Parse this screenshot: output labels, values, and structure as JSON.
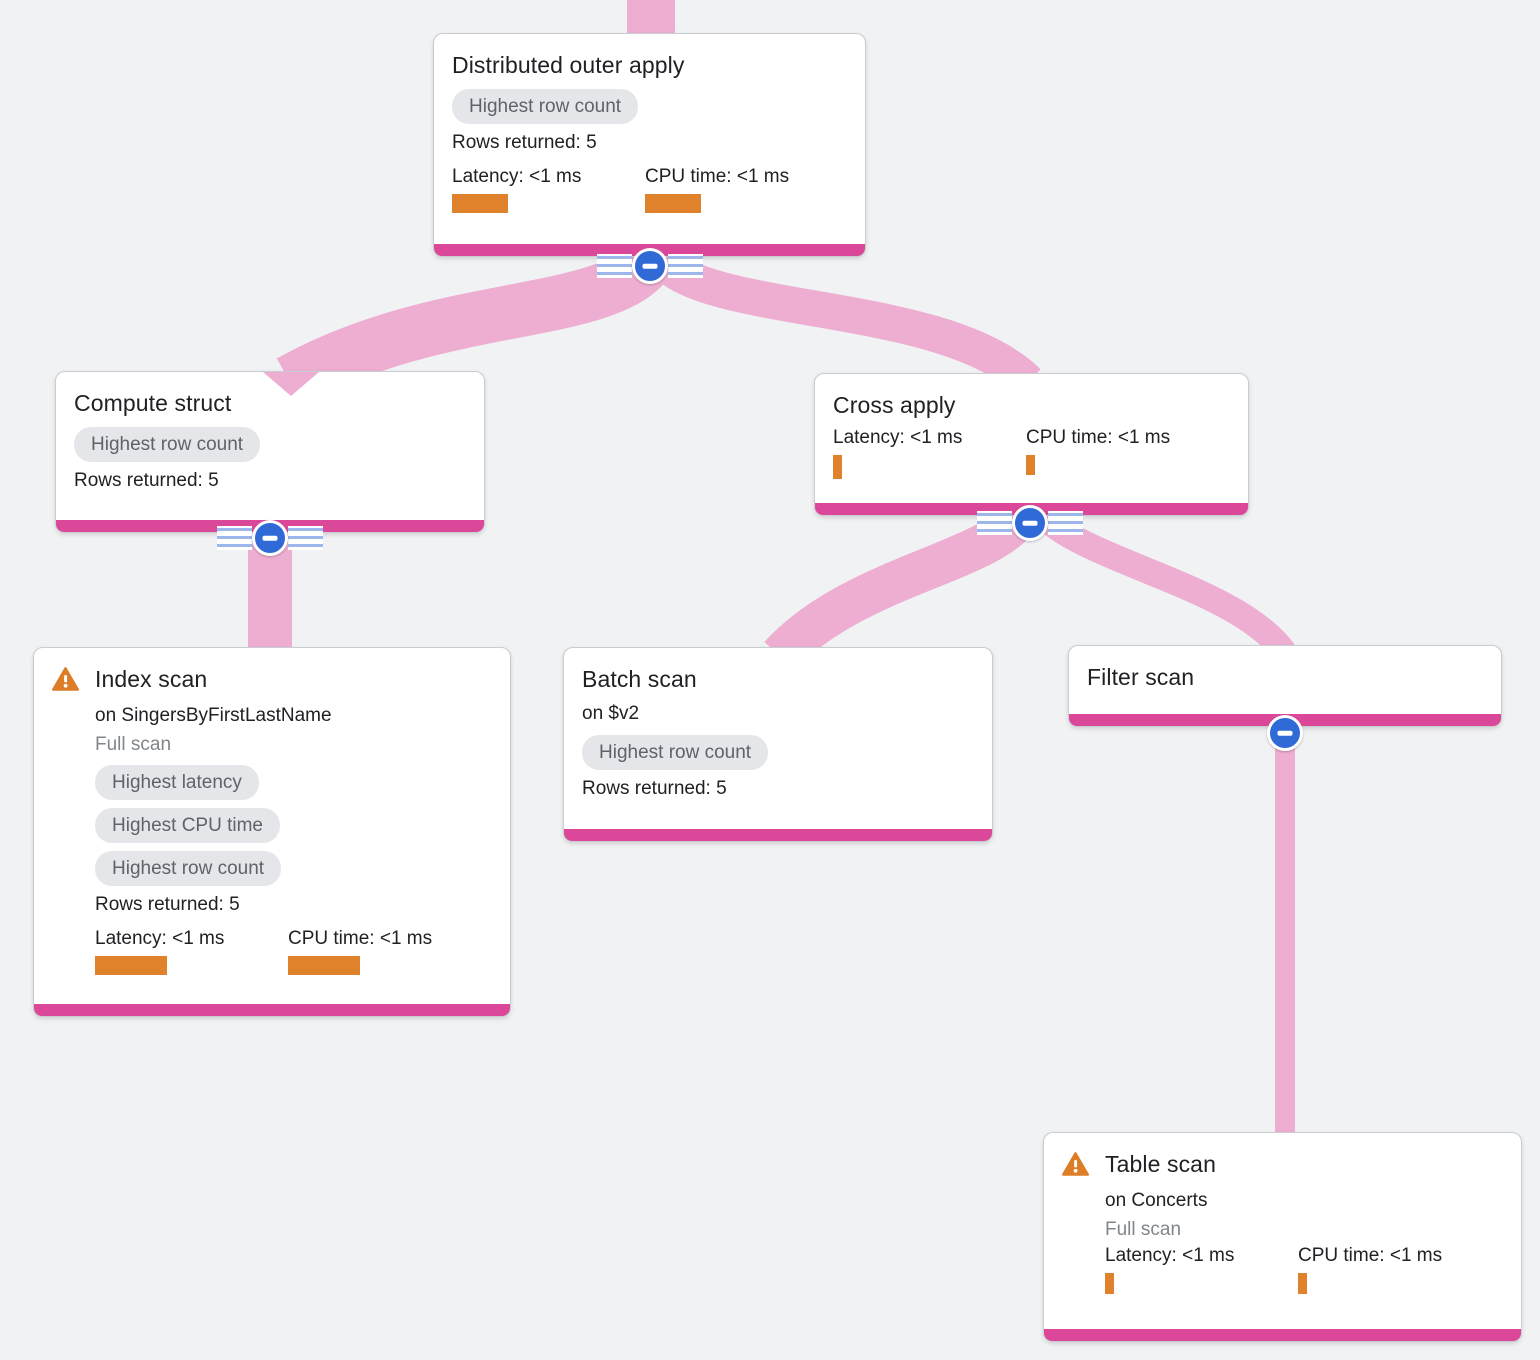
{
  "diagram": {
    "type": "query-execution-plan-tree",
    "background_color": "#F1F2F4",
    "colors": {
      "node_accent_bar": "#DB4899",
      "edge_ribbon": "#EDAED1",
      "collapse_button": "#2F6AD7",
      "metric_bar": "#E0812C",
      "badge_background": "#E5E6E9",
      "badge_text": "#5F6368",
      "warning_icon": "#DD7D27"
    }
  },
  "nodes": [
    {
      "title": "Distributed outer apply",
      "badges": [
        "Highest row count"
      ],
      "rows_returned": "Rows returned: 5",
      "metrics": {
        "latency": "Latency: <1 ms",
        "cpu": "CPU time: <1 ms"
      }
    },
    {
      "title": "Compute struct",
      "badges": [
        "Highest row count"
      ],
      "rows_returned": "Rows returned: 5"
    },
    {
      "title": "Cross apply",
      "metrics": {
        "latency": "Latency: <1 ms",
        "cpu": "CPU time: <1 ms"
      }
    },
    {
      "title": "Index scan",
      "has_warning": true,
      "subtitle": "on SingersByFirstLastName",
      "scan_mode": "Full scan",
      "badges": [
        "Highest latency",
        "Highest CPU time",
        "Highest row count"
      ],
      "rows_returned": "Rows returned: 5",
      "metrics": {
        "latency": "Latency: <1 ms",
        "cpu": "CPU time: <1 ms"
      }
    },
    {
      "title": "Batch scan",
      "subtitle": "on $v2",
      "badges": [
        "Highest row count"
      ],
      "rows_returned": "Rows returned: 5"
    },
    {
      "title": "Filter scan"
    },
    {
      "title": "Table scan",
      "has_warning": true,
      "subtitle": "on Concerts",
      "scan_mode": "Full scan",
      "metrics": {
        "latency": "Latency: <1 ms",
        "cpu": "CPU time: <1 ms"
      }
    }
  ],
  "edges": [
    {
      "from": "offscreen-parent",
      "to": "Distributed outer apply"
    },
    {
      "from": "Distributed outer apply",
      "to": "Compute struct"
    },
    {
      "from": "Distributed outer apply",
      "to": "Cross apply"
    },
    {
      "from": "Compute struct",
      "to": "Index scan"
    },
    {
      "from": "Cross apply",
      "to": "Batch scan"
    },
    {
      "from": "Cross apply",
      "to": "Filter scan"
    },
    {
      "from": "Filter scan",
      "to": "Table scan"
    }
  ]
}
